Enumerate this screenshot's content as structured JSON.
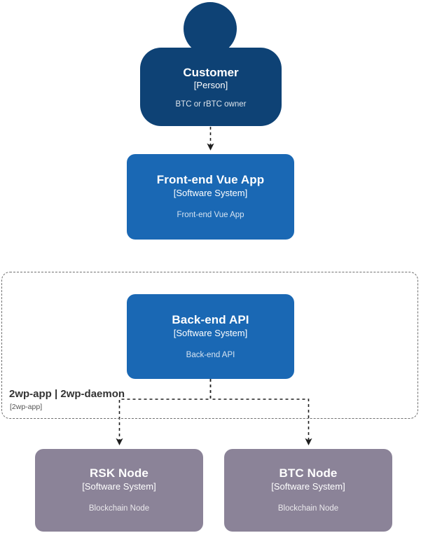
{
  "diagram": {
    "type": "c4-context-diagram",
    "background": "#ffffff",
    "colors": {
      "person": "#0e4275",
      "software_system": "#1a68b4",
      "external_system": "#8b8398",
      "boundary_border": "#707070",
      "connector": "#2b2b2b",
      "text_primary": "#ffffff",
      "text_secondary": "#333333"
    }
  },
  "nodes": {
    "customer": {
      "title": "Customer",
      "type": "[Person]",
      "description": "BTC or rBTC owner"
    },
    "frontend": {
      "title": "Front-end Vue App",
      "type": "[Software System]",
      "description": "Front-end Vue App"
    },
    "backend": {
      "title": "Back-end API",
      "type": "[Software System]",
      "description": "Back-end API"
    },
    "rsk_node": {
      "title": "RSK Node",
      "type": "[Software System]",
      "description": "Blockchain Node"
    },
    "btc_node": {
      "title": "BTC Node",
      "type": "[Software System]",
      "description": "Blockchain Node"
    }
  },
  "boundary": {
    "label": "2wp-app | 2wp-daemon",
    "type": "[2wp-app]"
  },
  "relationships": [
    {
      "from": "customer",
      "to": "frontend",
      "style": "dashed-arrow",
      "label": ""
    },
    {
      "from": "backend",
      "to": "rsk_node",
      "style": "dashed-arrow",
      "label": ""
    },
    {
      "from": "backend",
      "to": "btc_node",
      "style": "dashed-arrow",
      "label": ""
    }
  ]
}
